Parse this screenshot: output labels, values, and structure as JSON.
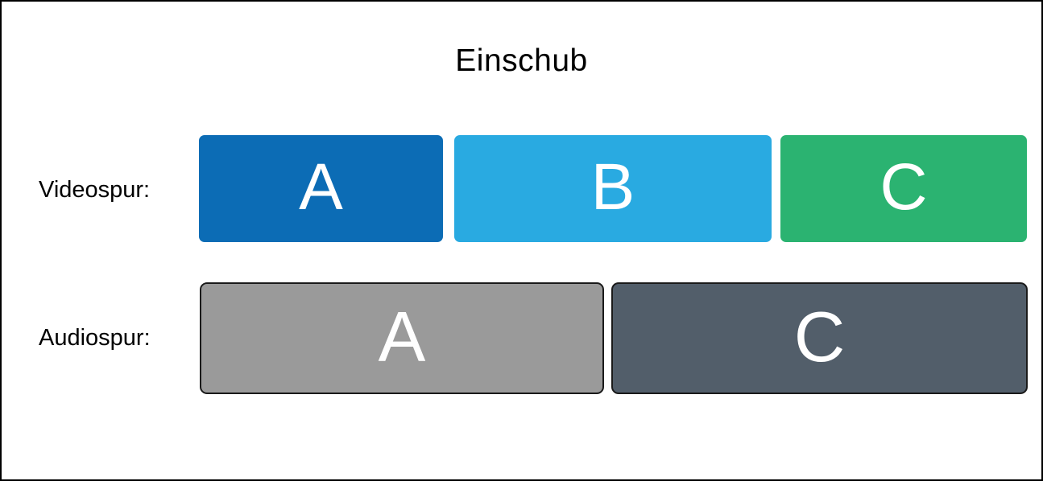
{
  "title": "Einschub",
  "colors": {
    "background": "#ffffff",
    "frame_border": "#000000",
    "text": "#000000",
    "block_text": "#ffffff",
    "audio_block_border": "#1a1a1a",
    "video_a": "#0c6cb5",
    "video_b": "#29aae1",
    "video_c": "#2bb371",
    "audio_a": "#9a9a9a",
    "audio_c": "#525e6a"
  },
  "rows": [
    {
      "label": "Videospur:",
      "blocks": [
        {
          "label": "A",
          "color": "#0c6cb5"
        },
        {
          "label": "B",
          "color": "#29aae1"
        },
        {
          "label": "C",
          "color": "#2bb371"
        }
      ]
    },
    {
      "label": "Audiospur:",
      "blocks": [
        {
          "label": "A",
          "color": "#9a9a9a"
        },
        {
          "label": "C",
          "color": "#525e6a"
        }
      ]
    }
  ]
}
